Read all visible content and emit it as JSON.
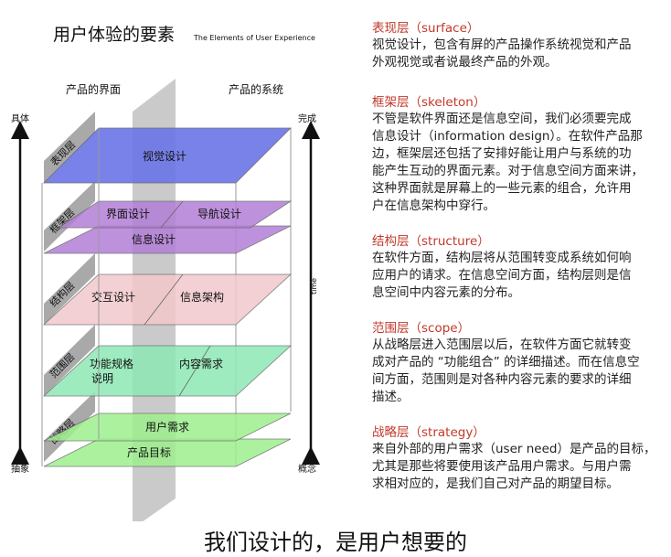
{
  "title": "用户体验的要素",
  "subtitle": "The Elements of User Experience",
  "col_left": "产品的界面",
  "col_right": "产品的系统",
  "axis_left_top": "具体",
  "axis_left_bottom": "抽象",
  "axis_right_top": "完成",
  "axis_right_bottom": "概念",
  "axis_right_mid": "time",
  "layers": {
    "surface": {
      "tab": "表现层",
      "items": [
        "视觉设计"
      ]
    },
    "skeleton": {
      "tab": "框架层",
      "items": [
        "界面设计",
        "导航设计",
        "信息设计"
      ]
    },
    "structure": {
      "tab": "结构层",
      "items": [
        "交互设计",
        "信息架构"
      ]
    },
    "scope": {
      "tab": "范围层",
      "items": [
        "功能规格",
        "说明",
        "内容需求"
      ]
    },
    "strategy": {
      "tab": "战略层",
      "items": [
        "用户需求",
        "产品目标"
      ]
    }
  },
  "sections": [
    {
      "title": "表现层（surface）",
      "lines": [
        "视觉设计，包含有屏的产品操作系统视觉和产品",
        "外观视觉或者说最终产品的外观。"
      ]
    },
    {
      "title": "框架层（skeleton）",
      "lines": [
        "不管是软件界面还是信息空间，我们必须要完成",
        "信息设计（information design）。在软件产品那",
        "边，框架层还包括了安排好能让用户与系统的功",
        "能产生互动的界面元素。对于信息空间方面来讲，",
        "这种界面就是屏幕上的一些元素的组合，允许用",
        "户在信息架构中穿行。"
      ]
    },
    {
      "title": "结构层（structure）",
      "lines": [
        "在软件方面，结构层将从范围转变成系统如何响",
        "应用户的请求。在信息空间方面，结构层则是信",
        "息空间中内容元素的分布。"
      ]
    },
    {
      "title": "范围层（scope）",
      "lines": [
        "从战略层进入范围层以后，在软件方面它就转变",
        "成对产品的 “功能组合” 的详细描述。而在信息空",
        "间方面，范围则是对各种内容元素的要求的详细",
        "描述。"
      ]
    },
    {
      "title": "战略层（strategy）",
      "lines": [
        "来自外部的用户需求（user need）是产品的目标，",
        "尤其是那些将要使用该产品用户需求。与用户需",
        "求相对应的，是我们自己对产品的期望目标。"
      ]
    }
  ],
  "footer": "我们设计的，是用户想要的",
  "colors": {
    "surface": "#6b75e6",
    "skeleton": "#b27ed6",
    "structure": "#f2c8cc",
    "scope": "#8ee8b4",
    "strategy": "#9ef08e",
    "accent": "#c0392b"
  }
}
